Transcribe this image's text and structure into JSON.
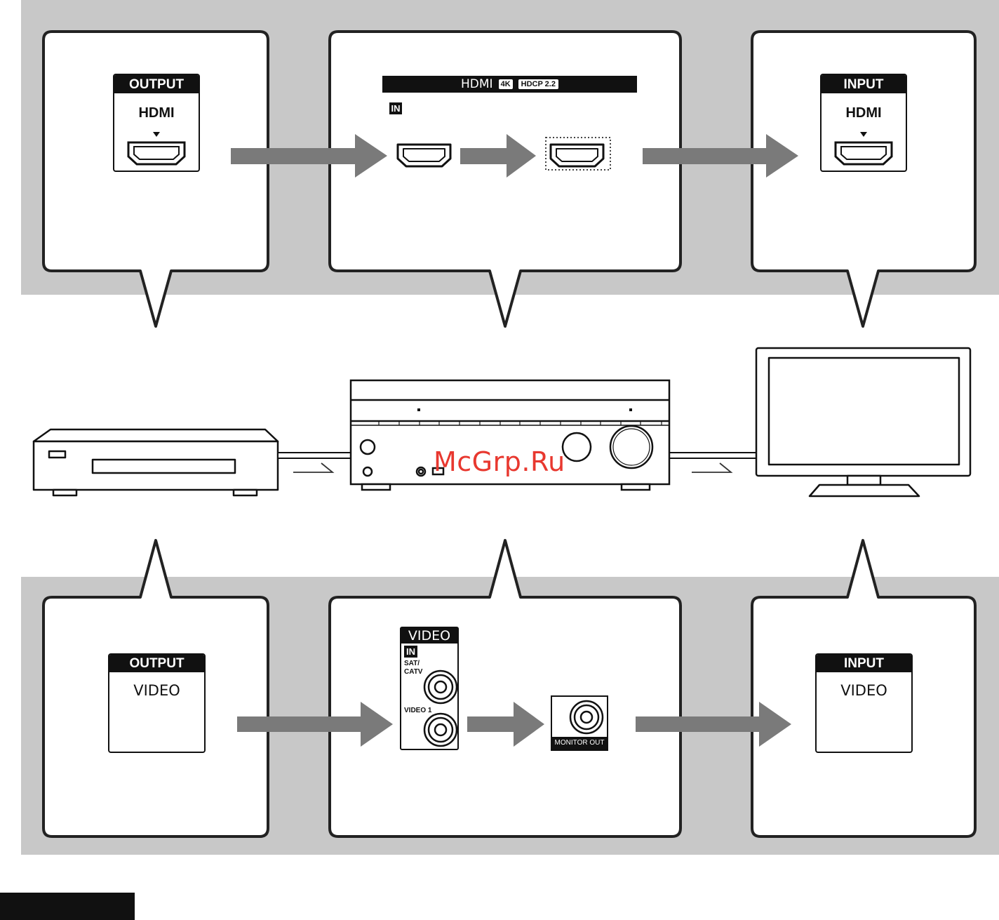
{
  "hdmi_row": {
    "source_header": "OUTPUT",
    "source_port": "HDMI",
    "receiver_header": "HDMI",
    "receiver_badge_4k": "4K",
    "receiver_badge_hdcp": "HDCP 2.2",
    "receiver_in_label": "IN",
    "tv_header": "INPUT",
    "tv_port": "HDMI"
  },
  "video_row": {
    "source_header": "OUTPUT",
    "source_port": "VIDEO",
    "receiver_header": "VIDEO",
    "receiver_in_label": "IN",
    "receiver_jack1_label": "SAT/\nCATV",
    "receiver_jack2_label": "VIDEO 1",
    "monitor_out_label": "MONITOR OUT",
    "tv_header": "INPUT",
    "tv_port": "VIDEO"
  },
  "watermark": "McGrp.Ru",
  "colors": {
    "band": "#c8c8c8",
    "arrow": "#7a7a7a",
    "ink": "#111111",
    "watermark": "#e8382f"
  }
}
